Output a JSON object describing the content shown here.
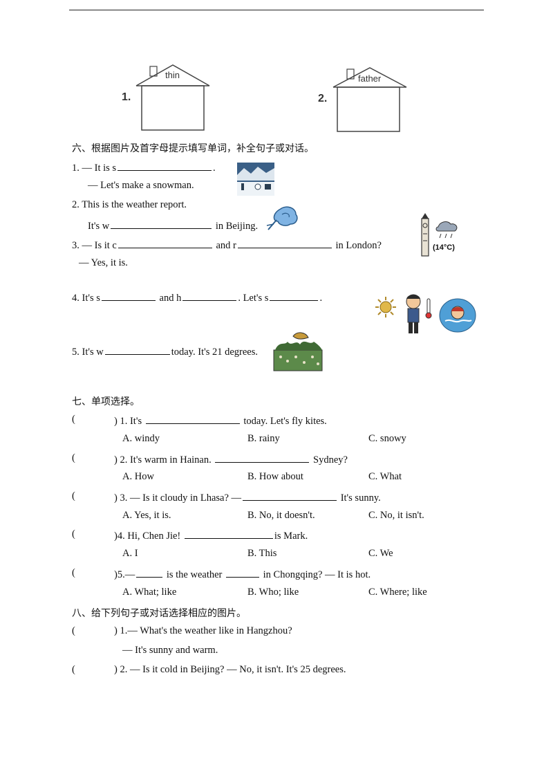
{
  "houses": [
    {
      "number": "1.",
      "word": "thin"
    },
    {
      "number": "2.",
      "word": "father"
    }
  ],
  "section6": {
    "heading": "六、根据图片及首字母提示填写单词，补全句子或对话。",
    "items": [
      {
        "line1_pre": "1. — It is s",
        "line1_post": ".",
        "line2": "— Let's make a snowman."
      },
      {
        "line1": "2. This is the weather report.",
        "line2_pre": "It's w",
        "line2_post": "in Beijing."
      },
      {
        "pre": "3. — Is it c",
        "mid": "and r",
        "post": "in London?",
        "reply": "— Yes, it is.",
        "temp_label": "(14°C)"
      },
      {
        "pre": "4. It's s",
        "mid1": "and h",
        "mid2": ". Let's s",
        "post": "."
      },
      {
        "pre": "5. It's w",
        "post": "today. It's 21 degrees."
      }
    ]
  },
  "section7": {
    "heading": "七、单项选择。",
    "questions": [
      {
        "paren": "(",
        "close": ")",
        "q_pre": "1. It's",
        "q_post": "today. Let's fly kites.",
        "options": [
          "A. windy",
          "B. rainy",
          "C. snowy"
        ]
      },
      {
        "paren": "(",
        "close": ")",
        "q_pre": "2. It's warm in Hainan.",
        "q_post": "Sydney?",
        "options": [
          "A. How",
          "B. How about",
          "C. What"
        ]
      },
      {
        "paren": "(",
        "close": ")",
        "q_pre": "3. — Is it cloudy in Lhasa? —",
        "q_post": "It's sunny.",
        "options": [
          "A. Yes, it is.",
          "B. No, it doesn't.",
          "C. No, it isn't."
        ]
      },
      {
        "paren": "(",
        "close": ")",
        "q_pre": "4. Hi, Chen Jie!",
        "q_post": "is Mark.",
        "options": [
          "A. I",
          "B. This",
          "C. We"
        ]
      },
      {
        "paren": "(",
        "close": ")",
        "q_pre": "5.—",
        "q_mid": "is the weather",
        "q_post": "in Chongqing? — It is hot.",
        "options": [
          "A. What; like",
          "B. Who; like",
          "C. Where; like"
        ]
      }
    ]
  },
  "section8": {
    "heading": "八、给下列句子或对话选择相应的图片。",
    "questions": [
      {
        "paren": "(",
        "close": ")",
        "line1": "1.— What's the weather like in Hangzhou?",
        "line2": "— It's sunny and warm."
      },
      {
        "paren": "(",
        "close": ")",
        "line1": "2. — Is it cold in Beijing? — No, it isn't. It's 25 degrees."
      }
    ]
  }
}
